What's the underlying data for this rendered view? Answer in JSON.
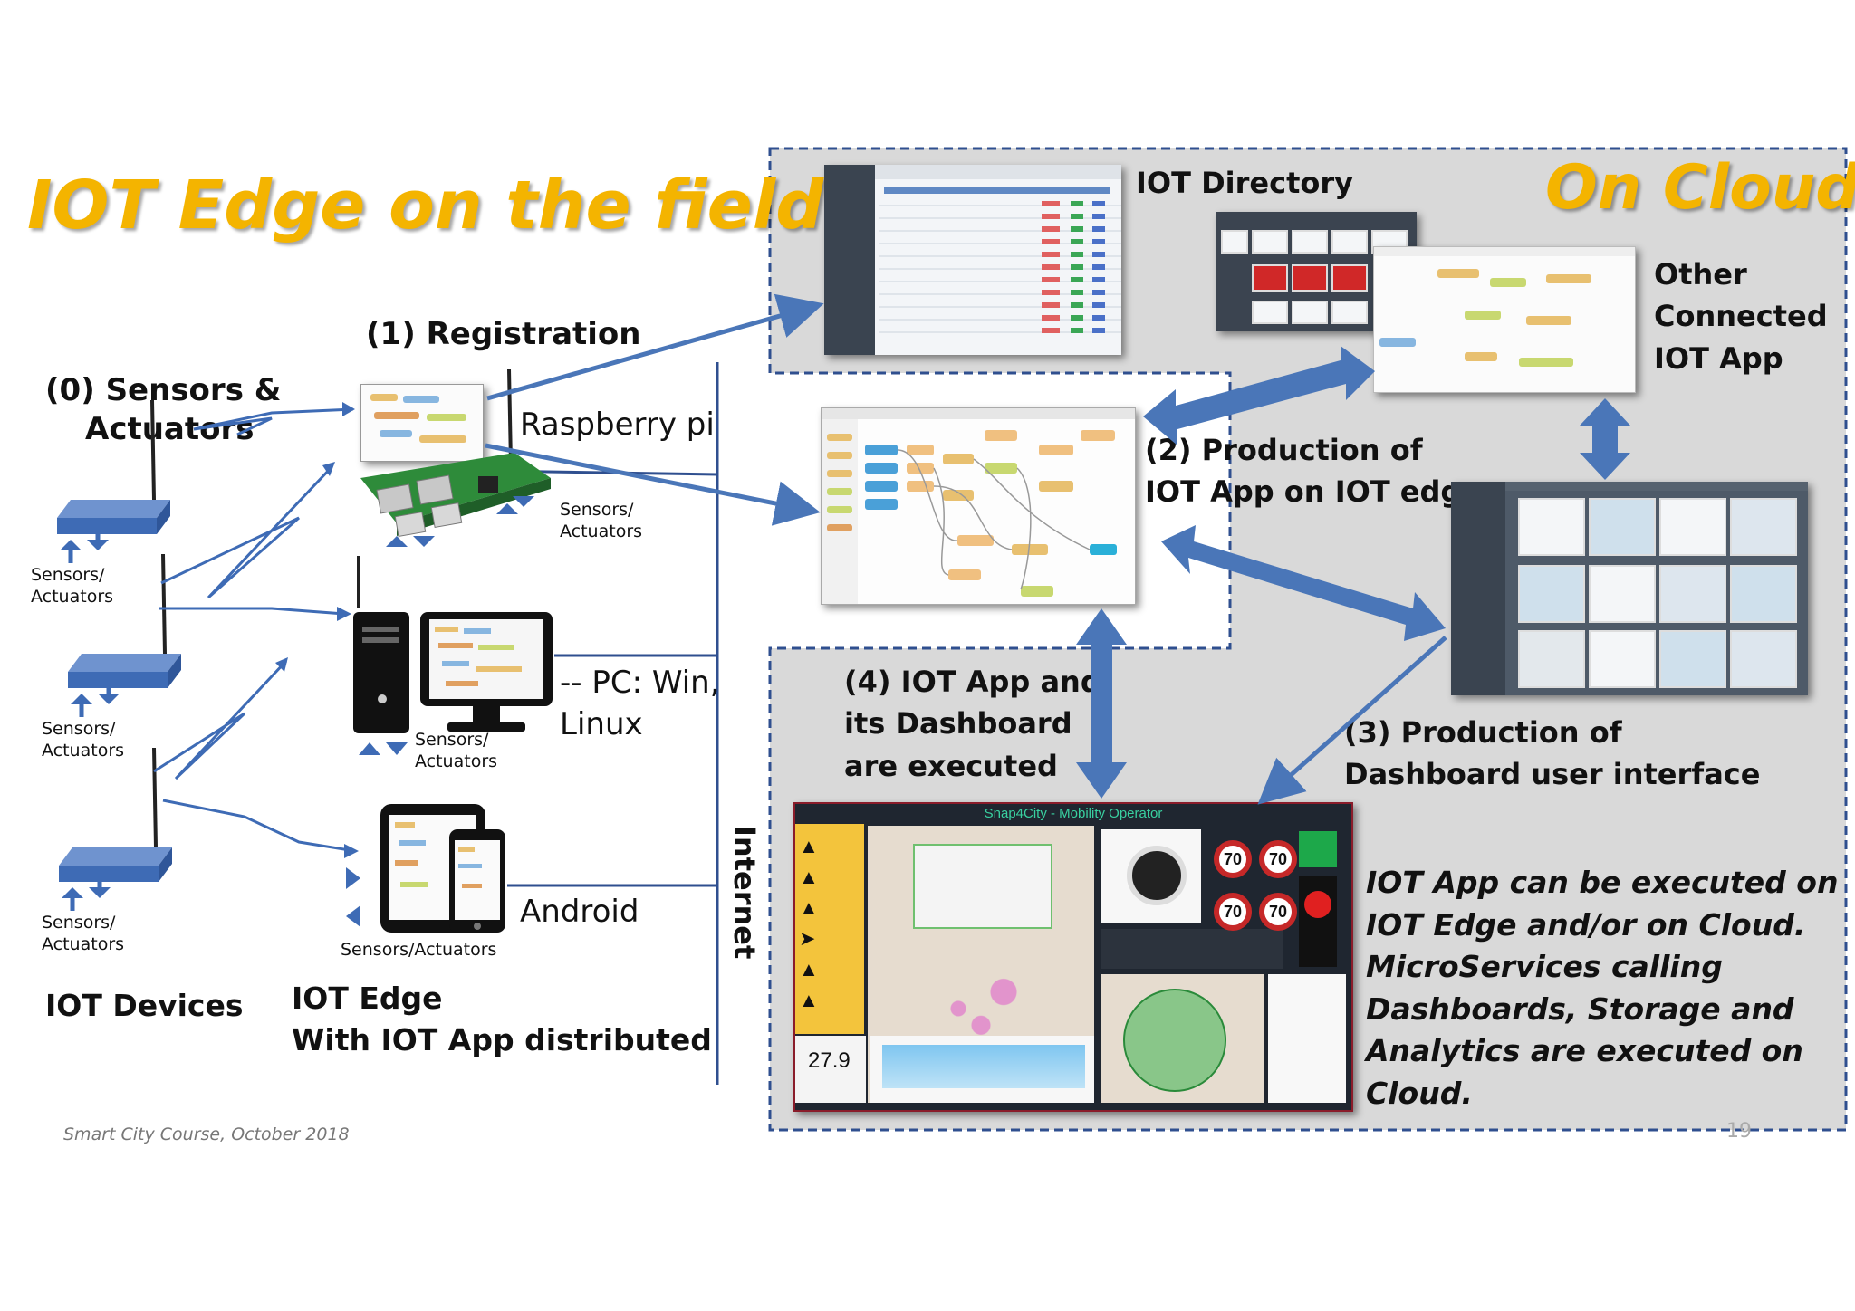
{
  "slide": {
    "title_left": "IOT Edge on the field",
    "title_right": "On Cloud",
    "footer": "Smart City Course, October 2018",
    "page_number": "19"
  },
  "labels": {
    "sensors_heading": [
      "(0) Sensors &",
      "Actuators"
    ],
    "registration": "(1) Registration",
    "raspberry": "Raspberry pi",
    "pc": [
      "-- PC: Win,",
      "Linux"
    ],
    "android": "Android",
    "iot_devices": "IOT Devices",
    "iot_edge": [
      "IOT Edge",
      "With IOT App distributed"
    ],
    "internet": "Internet",
    "iot_directory": "IOT Directory",
    "other_app": [
      "Other",
      "Connected",
      "IOT App"
    ],
    "production_edge": [
      "(2) Production of",
      "IOT App on IOT edge"
    ],
    "production_dashboard": [
      "(3) Production of",
      "Dashboard user interface"
    ],
    "executed": [
      "(4) IOT App and",
      "its Dashboard",
      "are executed"
    ],
    "note": [
      "IOT App can be executed on",
      "IOT Edge and/or on Cloud.",
      "MicroServices calling",
      "Dashboards, Storage and",
      "Analytics are executed on",
      "Cloud."
    ],
    "sensor_unit": "Sensors/\nActuators",
    "sensor_inline": "Sensors/Actuators"
  },
  "sensors": [
    [
      "Sensors/",
      "Actuators"
    ],
    [
      "Sensors/",
      "Actuators"
    ],
    [
      "Sensors/",
      "Actuators"
    ]
  ],
  "edge_sensors": [
    [
      "Sensors/",
      "Actuators"
    ],
    [
      "Sensors/",
      "Actuators"
    ],
    "Sensors/Actuators"
  ],
  "dashboard": {
    "title": "Snap4City - Mobility Operator",
    "reading": "27.9",
    "speed_limit_1": "70",
    "speed_limit_2": "70",
    "speed_limit_3": "70",
    "speed_limit_4": "70"
  },
  "colors": {
    "title_yellow": "#f4b400",
    "arrow_blue": "#4a76b8",
    "cloud_gray": "#d9d9d9",
    "dash_border": "#2f4f8f"
  }
}
